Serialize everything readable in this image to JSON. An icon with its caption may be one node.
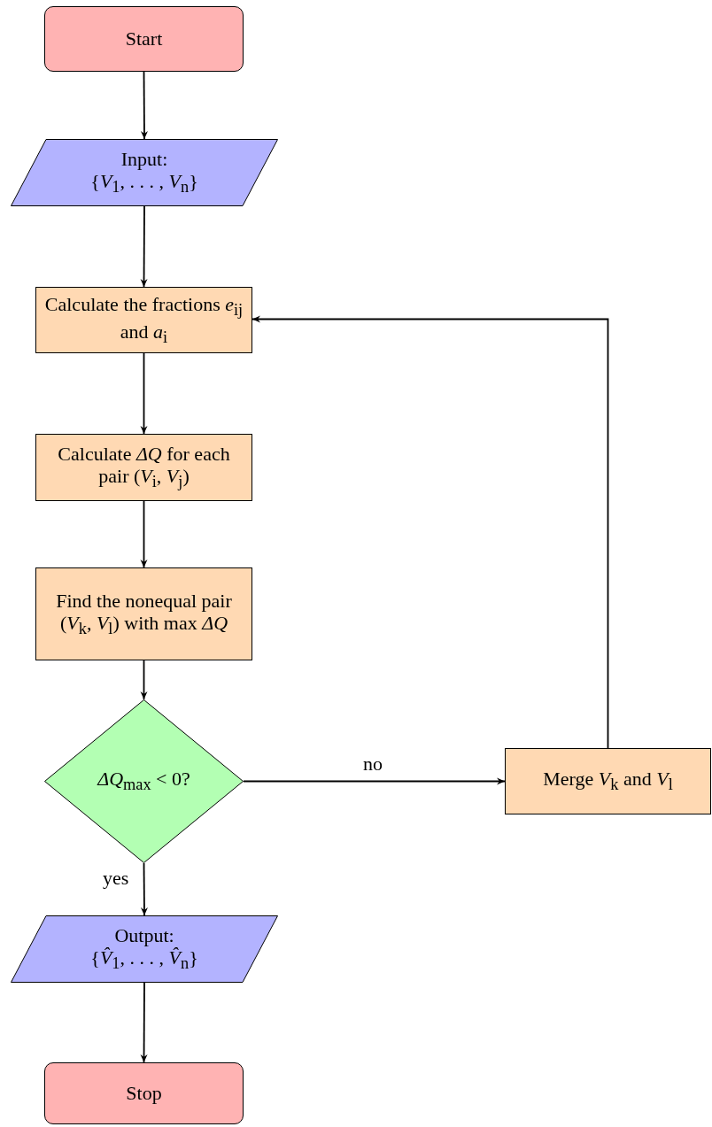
{
  "diagram": {
    "nodes": [
      {
        "text": [
          "Start"
        ]
      },
      {
        "text": [
          "Input:",
          "{*V*$_{1}$, . . . , *V*$_{n}$}"
        ]
      },
      {
        "text": [
          "Calculate the fractions *e*$_{ij}$ and *a*$_{i}$"
        ]
      },
      {
        "text": [
          "Calculate *ΔQ* for each pair (*V*$_{i}$, *V*$_{j}$)"
        ]
      },
      {
        "text": [
          "Find the nonequal pair (*V*$_{k}$, *V*$_{l}$) with max *ΔQ*"
        ]
      },
      {
        "text": [
          "*ΔQ*$_{max}$ < 0?"
        ]
      },
      {
        "text": [
          "Merge *V*$_{k}$ and *V*$_{l}$"
        ]
      },
      {
        "text": [
          "Output:",
          "{*V̂*$_{1}$, . . . , *V̂*$_{n}$}"
        ]
      },
      {
        "text": [
          "Stop"
        ]
      }
    ],
    "edges": [
      {
        "from": 0,
        "to": 1,
        "arrow": "to"
      },
      {
        "from": 1,
        "to": 2,
        "arrow": "to"
      },
      {
        "from": 2,
        "to": 3,
        "arrow": "to"
      },
      {
        "from": 3,
        "to": 4,
        "arrow": "to"
      },
      {
        "from": 4,
        "to": 5,
        "arrow": "to"
      },
      {
        "from": 5,
        "to": 6,
        "arrow": "to",
        "label": "no"
      },
      {
        "from": 6,
        "to": 2,
        "arrow": "to"
      },
      {
        "from": 5,
        "to": 7,
        "arrow": "to",
        "label": "yes"
      },
      {
        "from": 7,
        "to": 8,
        "arrow": "to"
      }
    ]
  }
}
